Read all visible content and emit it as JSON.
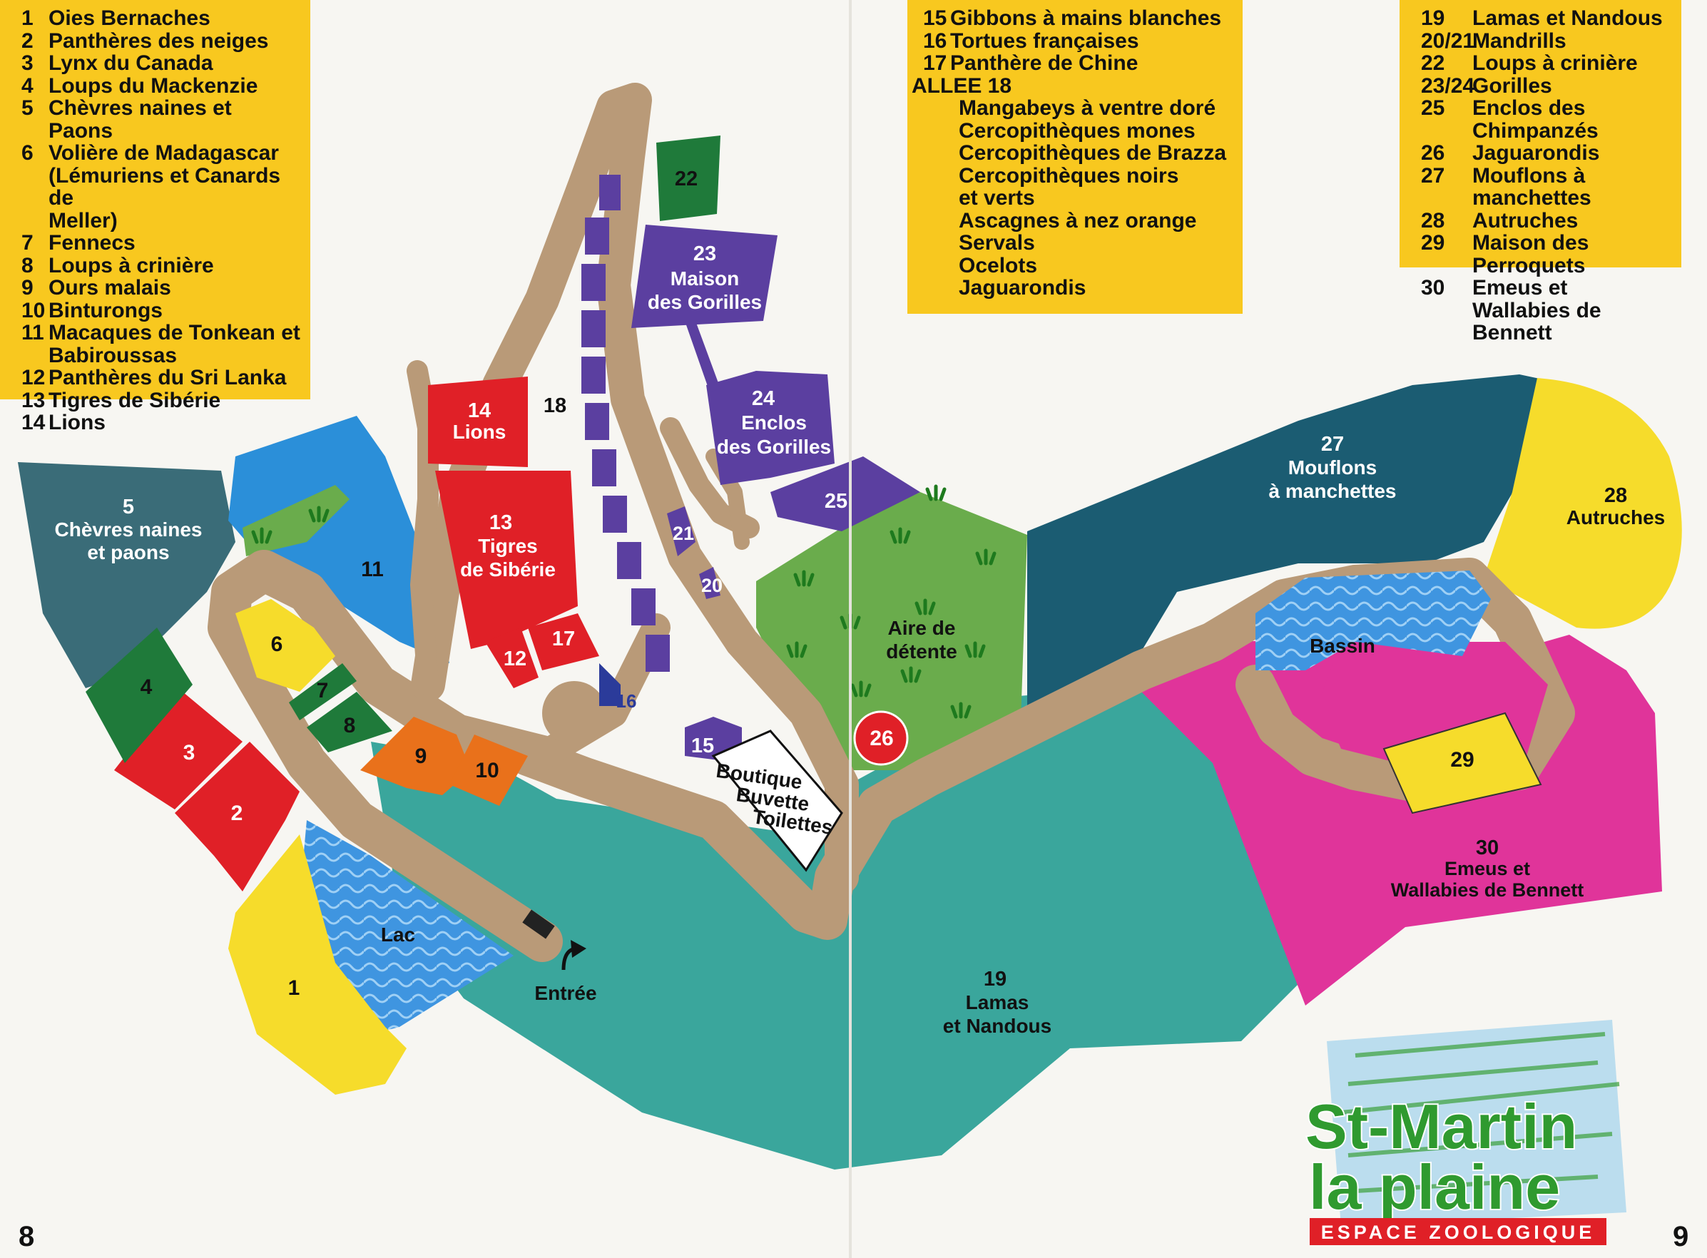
{
  "legend_left": [
    {
      "n": "1",
      "t": "Oies Bernaches"
    },
    {
      "n": "2",
      "t": "Panthères des neiges"
    },
    {
      "n": "3",
      "t": "Lynx du Canada"
    },
    {
      "n": "4",
      "t": "Loups du Mackenzie"
    },
    {
      "n": "5",
      "t": "Chèvres naines et Paons"
    },
    {
      "n": "6",
      "t": "Volière de Madagascar"
    },
    {
      "n": "",
      "t": "(Lémuriens et Canards de"
    },
    {
      "n": "",
      "t": "Meller)"
    },
    {
      "n": "7",
      "t": "Fennecs"
    },
    {
      "n": "8",
      "t": "Loups à crinière"
    },
    {
      "n": "9",
      "t": "Ours malais"
    },
    {
      "n": "10",
      "t": "Binturongs"
    },
    {
      "n": "11",
      "t": "Macaques de Tonkean et"
    },
    {
      "n": "",
      "t": "Babiroussas"
    },
    {
      "n": "12",
      "t": "Panthères du Sri Lanka"
    },
    {
      "n": "13",
      "t": "Tigres de Sibérie"
    },
    {
      "n": "14",
      "t": "Lions"
    }
  ],
  "legend_mid": {
    "items": [
      {
        "n": "15",
        "t": "Gibbons à mains blanches"
      },
      {
        "n": "16",
        "t": "Tortues françaises"
      },
      {
        "n": "17",
        "t": "Panthère de Chine"
      }
    ],
    "allee": "ALLEE 18",
    "allee_items": [
      "Mangabeys à ventre doré",
      "Cercopithèques mones",
      "Cercopithèques de Brazza",
      "Cercopithèques noirs",
      "et verts",
      "Ascagnes à nez orange",
      "Servals",
      "Ocelots",
      "Jaguarondis"
    ]
  },
  "legend_right": [
    {
      "n": "19",
      "t": "Lamas et Nandous"
    },
    {
      "n": "20/21",
      "t": "Mandrills"
    },
    {
      "n": "22",
      "t": "Loups à crinière"
    },
    {
      "n": "23/24",
      "t": "Gorilles"
    },
    {
      "n": "25",
      "t": "Enclos des Chimpanzés"
    },
    {
      "n": "26",
      "t": "Jaguarondis"
    },
    {
      "n": "27",
      "t": "Mouflons à manchettes"
    },
    {
      "n": "28",
      "t": "Autruches"
    },
    {
      "n": "29",
      "t": "Maison des Perroquets"
    },
    {
      "n": "30",
      "t": "Emeus et"
    },
    {
      "n": "",
      "t": "Wallabies de Bennett"
    }
  ],
  "map_labels": {
    "z1": "1",
    "z2": "2",
    "z3": "3",
    "z4": "4",
    "z5n": "5",
    "z5a": "Chèvres naines",
    "z5b": "et paons",
    "z6": "6",
    "z7": "7",
    "z8": "8",
    "z9": "9",
    "z10": "10",
    "z11": "11",
    "z12": "12",
    "z13n": "13",
    "z13a": "Tigres",
    "z13b": "de Sibérie",
    "z14n": "14",
    "z14a": "Lions",
    "z15": "15",
    "z16": "16",
    "z17": "17",
    "z18": "18",
    "z19n": "19",
    "z19a": "Lamas",
    "z19b": "et Nandous",
    "z20": "20",
    "z21": "21",
    "z22": "22",
    "z23n": "23",
    "z23a": "Maison",
    "z23b": "des Gorilles",
    "z24n": "24",
    "z24a": "Enclos",
    "z24b": "des Gorilles",
    "z25": "25",
    "z26": "26",
    "z27n": "27",
    "z27a": "Mouflons",
    "z27b": "à manchettes",
    "z28n": "28",
    "z28a": "Autruches",
    "z29": "29",
    "z30n": "30",
    "z30a": "Emeus et",
    "z30b": "Wallabies de Bennett",
    "lac": "Lac",
    "bassin": "Bassin",
    "aire_a": "Aire de",
    "aire_b": "détente",
    "boutique_a": "Boutique",
    "boutique_b": "Buvette",
    "boutique_c": "Toilettes",
    "entree": "Entrée"
  },
  "logo": {
    "line1": "St-Martin",
    "line2": "la plaine",
    "tag": "ESPACE ZOOLOGIQUE"
  },
  "pages": {
    "left": "8",
    "right": "9"
  },
  "colors": {
    "legend": "#f8c81f",
    "path": "#b99a78",
    "teal": "#3aa69c",
    "purple": "#5b3fa0",
    "red": "#e02027",
    "green": "#1f7a3a",
    "blue": "#2b8fd9",
    "magenta": "#e0349a",
    "yellow": "#f6dc2b",
    "orange": "#e9711b",
    "darkteal": "#1b5c72",
    "slate": "#3a6c78",
    "grass": "#6aac4c"
  }
}
